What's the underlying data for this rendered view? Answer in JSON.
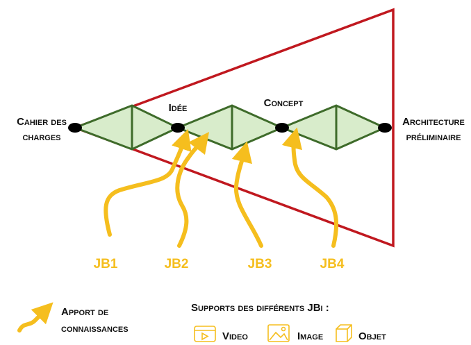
{
  "colors": {
    "triangle": "#C0181F",
    "diamond_fill": "#D8ECCB",
    "diamond_stroke": "#3E6B2A",
    "arrow": "#F5BE1E",
    "node": "#000000"
  },
  "nodes": {
    "start": "Cahier des charges",
    "idee": "Idée",
    "concept": "Concept",
    "end": "Architecture préliminaire"
  },
  "jb_labels": [
    "JB1",
    "JB2",
    "JB3",
    "JB4"
  ],
  "legend": {
    "arrow_label": "Apport de connaissances",
    "supports_title": "Supports des différents JBi :",
    "video": "Video",
    "image": "Image",
    "objet": "Objet"
  }
}
